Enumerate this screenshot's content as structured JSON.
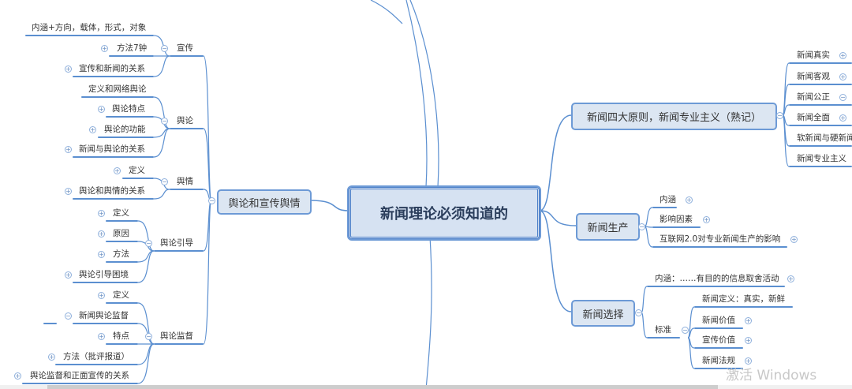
{
  "central": {
    "title": "新闻理论必须知道的"
  },
  "left_branch": {
    "label": "舆论和宣传舆情",
    "toggle": "minus",
    "children": [
      {
        "label": "宣传",
        "toggle": "minus",
        "children": [
          {
            "label": "内涵+方向，载体，形式，对象"
          },
          {
            "label": "方法7钟",
            "toggle": "plus"
          },
          {
            "label": "宣传和新闻的关系",
            "toggle": "plus"
          }
        ]
      },
      {
        "label": "舆论",
        "toggle": "minus",
        "children": [
          {
            "label": "定义和网络舆论"
          },
          {
            "label": "舆论特点",
            "toggle": "plus"
          },
          {
            "label": "舆论的功能",
            "toggle": "plus"
          },
          {
            "label": "新闻与舆论的关系",
            "toggle": "plus"
          }
        ]
      },
      {
        "label": "舆情",
        "toggle": "minus",
        "children": [
          {
            "label": "定义",
            "toggle": "plus"
          },
          {
            "label": "舆论和舆情的关系",
            "toggle": "plus"
          }
        ]
      },
      {
        "label": "舆论引导",
        "toggle": "minus",
        "children": [
          {
            "label": "定义",
            "toggle": "plus"
          },
          {
            "label": "原因",
            "toggle": "plus"
          },
          {
            "label": "方法",
            "toggle": "plus"
          },
          {
            "label": "舆论引导困境",
            "toggle": "plus"
          }
        ]
      },
      {
        "label": "舆论监督",
        "toggle": "minus",
        "children": [
          {
            "label": "定义",
            "toggle": "plus"
          },
          {
            "label": "新闻舆论监督",
            "toggle": "minus"
          },
          {
            "label": "特点",
            "toggle": "plus"
          },
          {
            "label": "方法（批评报道）",
            "toggle": "plus"
          },
          {
            "label": "舆论监督和正面宣传的关系",
            "toggle": "plus"
          }
        ]
      }
    ]
  },
  "right_branches": [
    {
      "label": "新闻四大原则，新闻专业主义（熟记）",
      "toggle": "minus",
      "children": [
        {
          "label": "新闻真实",
          "toggle": "plus"
        },
        {
          "label": "新闻客观",
          "toggle": "plus"
        },
        {
          "label": "新闻公正",
          "toggle": "minus"
        },
        {
          "label": "新闻全面",
          "toggle": "plus"
        },
        {
          "label": "软新闻与硬新闻"
        },
        {
          "label": "新闻专业主义"
        }
      ]
    },
    {
      "label": "新闻生产",
      "toggle": "minus",
      "children": [
        {
          "label": "内涵",
          "toggle": "plus"
        },
        {
          "label": "影响因素",
          "toggle": "plus"
        },
        {
          "label": "互联网2.0对专业新闻生产的影响",
          "toggle": "plus"
        }
      ]
    },
    {
      "label": "新闻选择",
      "toggle": "minus",
      "children": [
        {
          "label": "内涵：……有目的的信息取舍活动",
          "toggle": "plus"
        },
        {
          "label": "标准",
          "toggle": "minus",
          "children": [
            {
              "label": "新闻定义：真实，新鲜"
            },
            {
              "label": "新闻价值",
              "toggle": "plus"
            },
            {
              "label": "宣传价值",
              "toggle": "plus"
            },
            {
              "label": "新闻法规",
              "toggle": "plus"
            }
          ]
        }
      ]
    }
  ],
  "colors": {
    "line": "#5b8fd0",
    "box_fill": "#dce6f2",
    "box_border": "#6d9ad6"
  },
  "watermark": "激活 Windows"
}
